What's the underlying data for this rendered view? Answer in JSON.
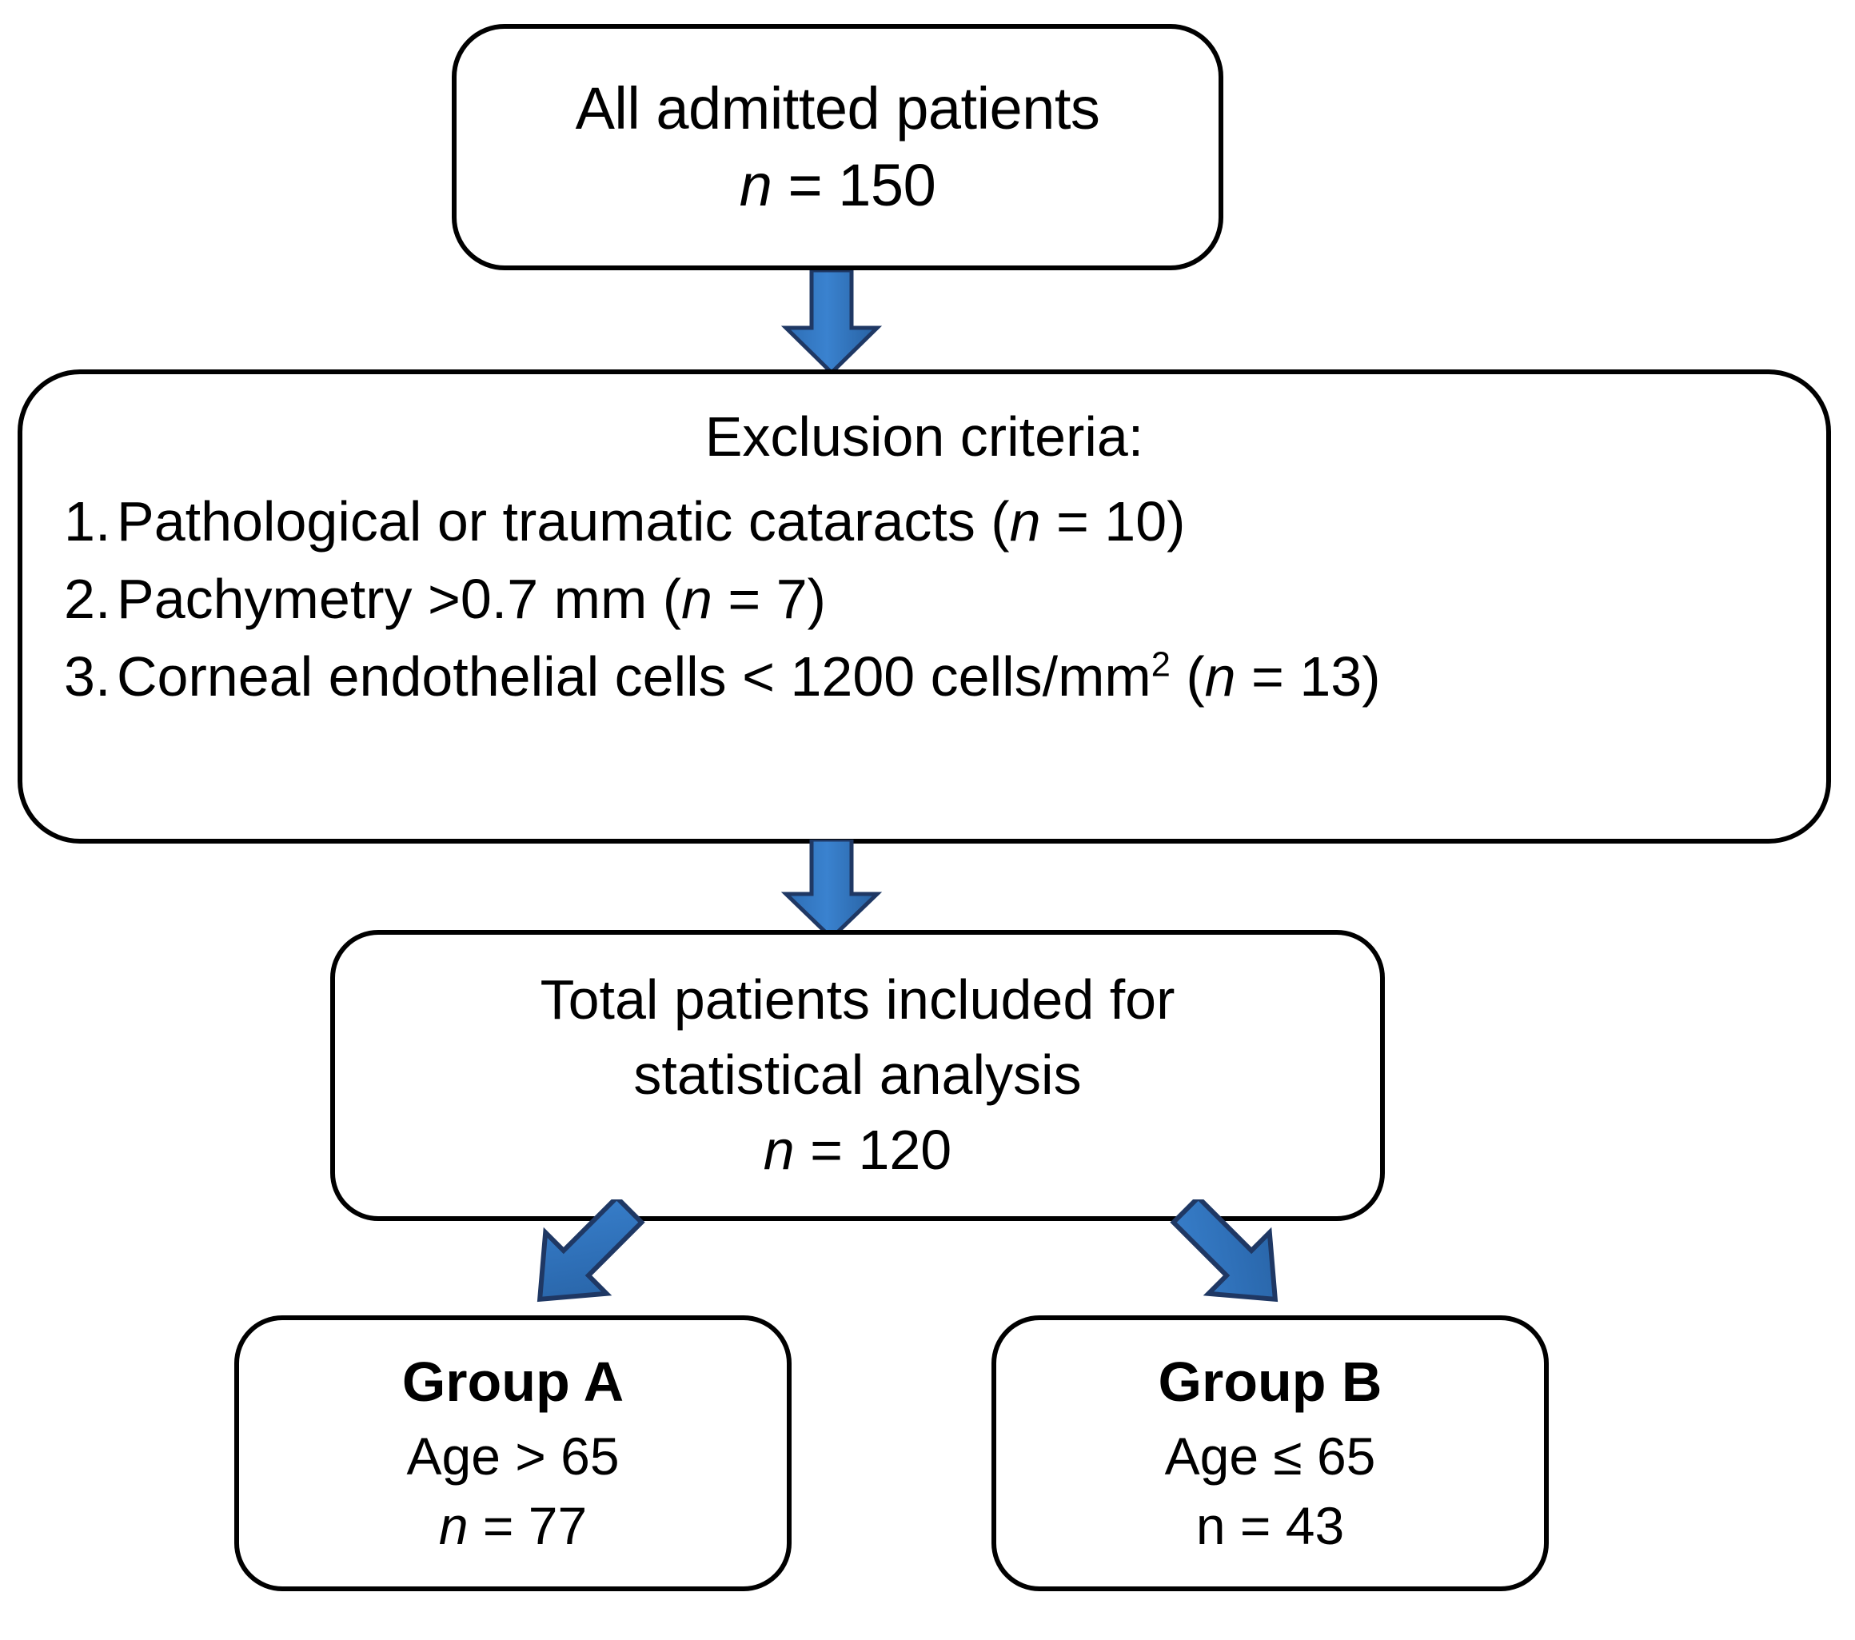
{
  "diagram": {
    "type": "flowchart",
    "title": "Patient selection flow diagram",
    "accent_color": "#2E75B6",
    "arrow_outline_color": "#1F3864",
    "node_border_color": "#000000",
    "background_color": "#FFFFFF"
  },
  "nodes": {
    "admitted": {
      "line1": "All admitted patients",
      "n_symbol": "n",
      "n_value": " = 150"
    },
    "exclusion": {
      "header": "Exclusion criteria:",
      "items": [
        {
          "number": "1.",
          "text_before": "Pathological or traumatic cataracts (",
          "n_symbol": "n",
          "text_after": " = 10)"
        },
        {
          "number": "2.",
          "text_before": "Pachymetry >0.7 mm (",
          "n_symbol": "n",
          "text_after": " = 7)"
        },
        {
          "number": "3.",
          "text_before": "Corneal endothelial cells < 1200 cells/mm",
          "superscript": "2",
          "text_mid": " (",
          "n_symbol": "n",
          "text_after": " = 13)"
        }
      ]
    },
    "total": {
      "line1": "Total patients included for",
      "line2": "statistical analysis",
      "n_symbol": "n",
      "n_value": " = 120"
    },
    "group_a": {
      "title": "Group A",
      "criterion": "Age > 65",
      "n_symbol": "n",
      "n_value": " = 77"
    },
    "group_b": {
      "title": "Group B",
      "criterion": "Age ≤ 65",
      "n_symbol": "n",
      "n_value": " = 43"
    }
  },
  "arrows": [
    {
      "name": "admitted-to-exclusion",
      "direction": "down"
    },
    {
      "name": "exclusion-to-total",
      "direction": "down"
    },
    {
      "name": "total-to-group-a",
      "direction": "down-left"
    },
    {
      "name": "total-to-group-b",
      "direction": "down-right"
    }
  ]
}
